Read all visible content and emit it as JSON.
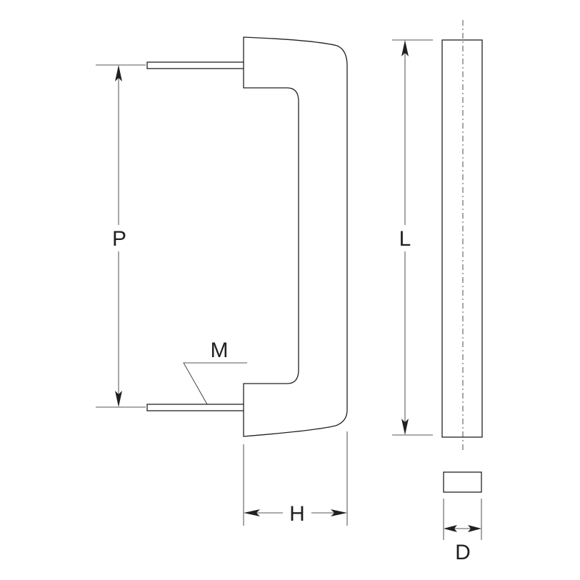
{
  "labels": {
    "pitch": "P",
    "thread": "M",
    "length": "L",
    "height": "H",
    "depth": "D"
  },
  "colors": {
    "ink": "#231f20",
    "background": "#ffffff"
  }
}
